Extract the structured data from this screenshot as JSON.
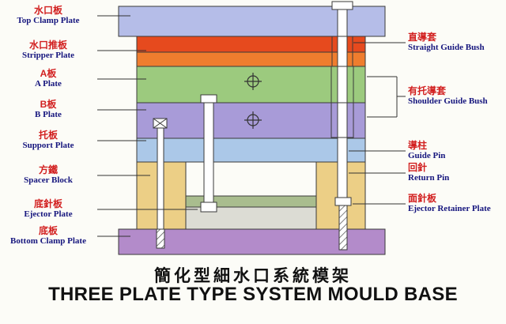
{
  "title": {
    "zh": "簡化型細水口系統模架",
    "en": "THREE PLATE TYPE SYSTEM MOULD BASE"
  },
  "left_labels": [
    {
      "zh": "水口板",
      "en": "Top Clamp Plate"
    },
    {
      "zh": "水口推板",
      "en": "Stripper Plate"
    },
    {
      "zh": "A板",
      "en": "A Plate"
    },
    {
      "zh": "B板",
      "en": "B Plate"
    },
    {
      "zh": "托板",
      "en": "Support Plate"
    },
    {
      "zh": "方鐵",
      "en": "Spacer Block"
    },
    {
      "zh": "底針板",
      "en": "Ejector Plate"
    },
    {
      "zh": "底板",
      "en": "Bottom Clamp Plate"
    }
  ],
  "right_labels": [
    {
      "zh": "直導套",
      "en": "Straight Guide Bush"
    },
    {
      "zh": "有托導套",
      "en": "Shoulder Guide Bush"
    },
    {
      "zh": "導柱",
      "en": "Guide Pin"
    },
    {
      "zh": "回針",
      "en": "Return Pin"
    },
    {
      "zh": "面針板",
      "en": "Ejector Retainer Plate"
    }
  ],
  "colors": {
    "top_clamp_plate": "#b5bde8",
    "stripper_plate_top": "#e64a1e",
    "stripper_plate_bottom": "#ef7d2e",
    "a_plate": "#9cca7e",
    "b_plate": "#a89bd8",
    "support_plate": "#abc8e8",
    "spacer_block": "#eccf86",
    "ejector_retainer_plate": "#a9bd8e",
    "ejector_plate": "#dcdcd4",
    "bottom_clamp_plate": "#b38bca",
    "pin_fill": "#ffffff",
    "outline": "#3a3a3a",
    "label_zh_color": "#d22020",
    "label_en_color": "#16167e"
  }
}
